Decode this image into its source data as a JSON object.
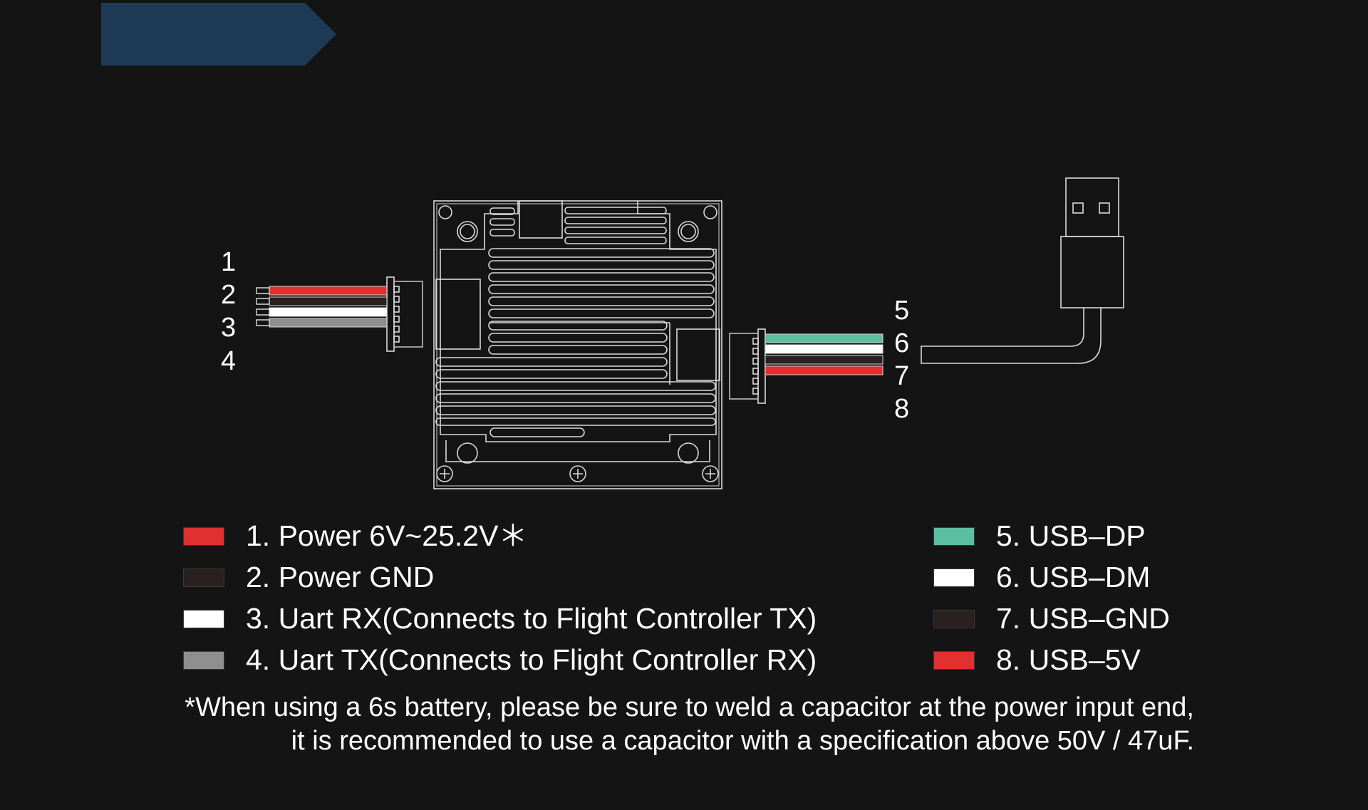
{
  "diagram": {
    "left_pins": [
      "1",
      "2",
      "3",
      "4"
    ],
    "right_pins": [
      "5",
      "6",
      "7",
      "8"
    ],
    "left_cable_colors": [
      "#e03030",
      "#2a2020",
      "#ffffff",
      "#8f8f8f"
    ],
    "right_cable_colors": [
      "#5bbf9f",
      "#ffffff",
      "#2a2020",
      "#e03030"
    ],
    "banner_color": "#1f3a55",
    "outline_color": "#d9d9d9"
  },
  "legend_left": [
    {
      "label": "1. Power 6V~25.2V＊",
      "color": "#e03030"
    },
    {
      "label": "2. Power GND",
      "color": "#2a2020"
    },
    {
      "label": "3. Uart RX(Connects to Flight Controller TX)",
      "color": "#ffffff"
    },
    {
      "label": "4. Uart TX(Connects to Flight Controller RX)",
      "color": "#8f8f8f"
    }
  ],
  "legend_right": [
    {
      "label": "5. USB–DP",
      "color": "#5bbf9f"
    },
    {
      "label": "6. USB–DM",
      "color": "#ffffff"
    },
    {
      "label": "7. USB–GND",
      "color": "#2a2020"
    },
    {
      "label": "8. USB–5V",
      "color": "#e03030"
    }
  ],
  "footnote": {
    "line1": "*When using a 6s battery, please be sure to weld a capacitor at the power input end,",
    "line2": "it is recommended to use a capacitor with a specification above 50V / 47uF."
  }
}
